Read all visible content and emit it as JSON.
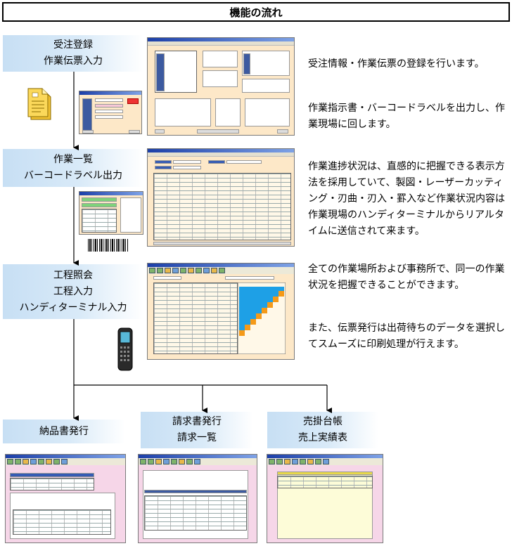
{
  "title": "機能の流れ",
  "stages": {
    "s1": [
      "受注登録",
      "作業伝票入力"
    ],
    "s2": [
      "作業一覧",
      "バーコードラベル出力"
    ],
    "s3": [
      "工程照会",
      "工程入力",
      "ハンディターミナル入力"
    ],
    "s4": [
      "納品書発行"
    ],
    "s5": [
      "請求書発行",
      "請求一覧"
    ],
    "s6": [
      "売掛台帳",
      "売上実績表"
    ]
  },
  "descriptions": {
    "d1": "受注情報・作業伝票の登録を行います。",
    "d2": "作業指示書・バーコードラベルを出力し、作業現場に回します。",
    "d3": "作業進捗状況は、直感的に把握できる表示方法を採用していて、製図・レーザーカッティング・刃曲・刃入・罫入など作業状況内容は作業現場のハンディターミナルからリアルタイムに送信されて来ます。",
    "d4": "全ての作業場所および事務所で、同一の作業状況を把握できることができます。",
    "d5": "また、伝票発行は出荷待ちのデータを選択してスムーズに印刷処理が行えます。"
  },
  "icons": {
    "document": "document-icon",
    "barcode": "barcode-icon",
    "handheld": "handheld-terminal-icon"
  },
  "colors": {
    "stage_gradient_start": "#c7dff4",
    "window_bg": "#fde8c8",
    "grid_bg": "#fff8e8",
    "progress_blue": "#1ea0e6",
    "progress_orange": "#f59a18",
    "pink_window": "#f6d6e8"
  }
}
